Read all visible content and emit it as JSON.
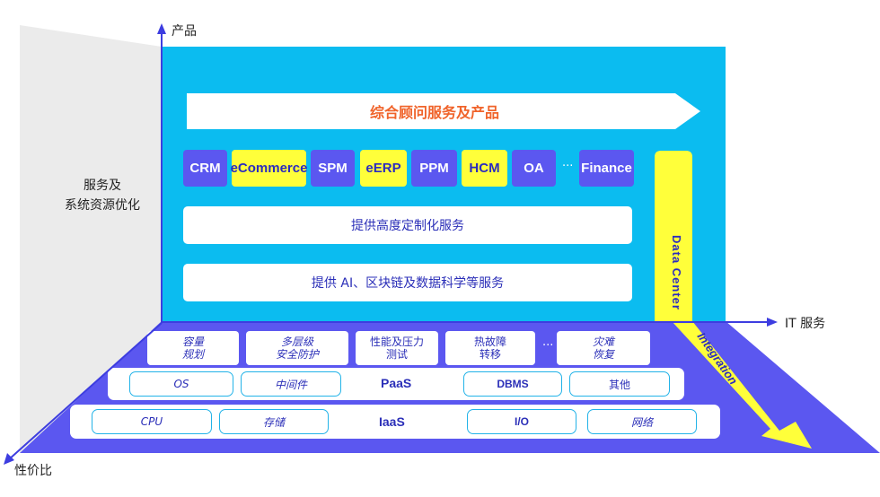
{
  "axes": {
    "y_label": "产品",
    "x_label": "IT 服务",
    "z_label": "性价比",
    "side_label_line1": "服务及",
    "side_label_line2": "系统资源优化"
  },
  "top_arrow": "综合顾问服务及产品",
  "modules": [
    {
      "label": "CRM",
      "style": "blue"
    },
    {
      "label": "eCommerce",
      "style": "yellow"
    },
    {
      "label": "SPM",
      "style": "blue"
    },
    {
      "label": "eERP",
      "style": "yellow"
    },
    {
      "label": "PPM",
      "style": "blue"
    },
    {
      "label": "HCM",
      "style": "yellow"
    },
    {
      "label": "OA",
      "style": "blue"
    },
    {
      "label": "Finance",
      "style": "blue"
    }
  ],
  "modules_ellipsis": "···",
  "service_bar_1": "提供高度定制化服务",
  "service_bar_2": "提供 AI、区块链及数据科学等服务",
  "data_center": "Data Center",
  "integration": "Integration",
  "top_row": [
    {
      "line1": "容量",
      "line2": "规划"
    },
    {
      "line1": "多层级",
      "line2": "安全防护"
    },
    {
      "line1": "性能及压力",
      "line2": "测试"
    },
    {
      "line1": "热故障",
      "line2": "转移"
    },
    {
      "line1": "灾难",
      "line2": "恢复"
    }
  ],
  "top_row_ellipsis": "···",
  "paas": {
    "name": "PaaS",
    "left": [
      "OS",
      "中间件"
    ],
    "right": [
      "DBMS",
      "其他"
    ]
  },
  "iaas": {
    "name": "IaaS",
    "left": [
      "CPU",
      "存储"
    ],
    "right": [
      "I/O",
      "网络"
    ]
  },
  "colors": {
    "cyan": "#0bbcf0",
    "purple": "#5b57f0",
    "yellow": "#ffff3a",
    "orange": "#f0632a",
    "navy": "#2b2fb8"
  }
}
